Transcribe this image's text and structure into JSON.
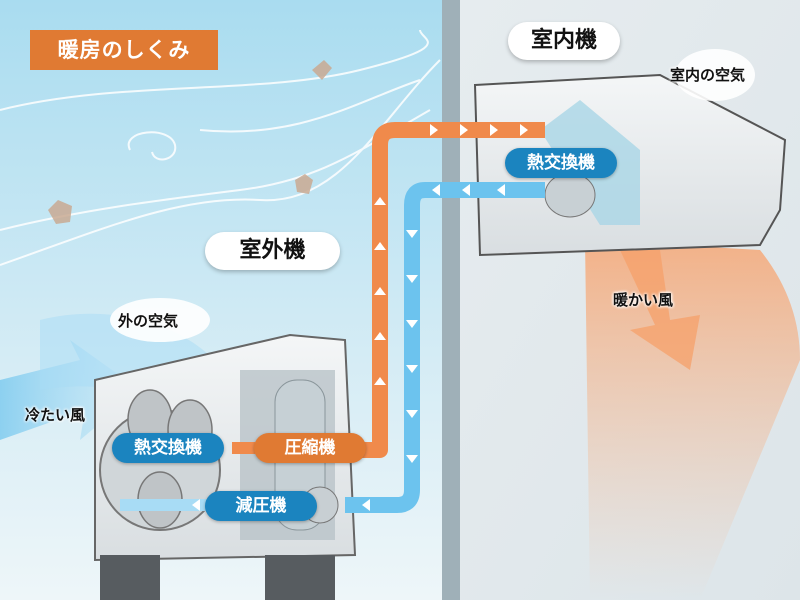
{
  "title": "暖房のしくみ",
  "units": {
    "indoor": "室内機",
    "outdoor": "室外機"
  },
  "components": {
    "indoor_heat_exchanger": "熱交換機",
    "outdoor_heat_exchanger": "熱交換機",
    "compressor": "圧縮機",
    "expansion_valve": "減圧機"
  },
  "air_labels": {
    "indoor_air": "室内の空気",
    "outdoor_air": "外の空気",
    "warm_wind": "暖かい風",
    "cold_wind": "冷たい風"
  },
  "colors": {
    "hot_pipe": "#f08a4b",
    "cold_pipe": "#6cc3ee",
    "accent_orange": "#e07a33",
    "accent_blue": "#1b84bf",
    "sky": "#bfe3f2",
    "indoor_wall": "#e9eef1"
  }
}
